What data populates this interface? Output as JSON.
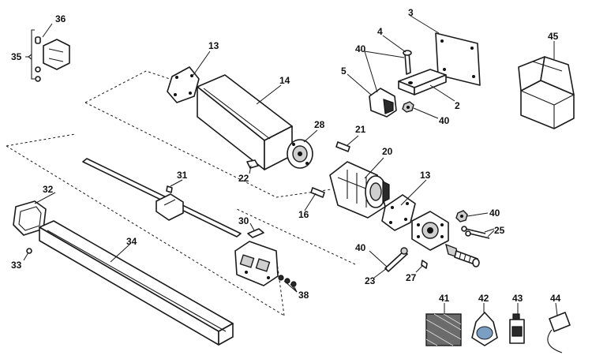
{
  "callouts": {
    "c2": "2",
    "c3": "3",
    "c4": "4",
    "c5": "5",
    "c13a": "13",
    "c13b": "13",
    "c14": "14",
    "c16": "16",
    "c20": "20",
    "c21": "21",
    "c22": "22",
    "c23": "23",
    "c25": "25",
    "c27": "27",
    "c28": "28",
    "c30": "30",
    "c31": "31",
    "c32": "32",
    "c33": "33",
    "c34": "34",
    "c35": "35",
    "c36": "36",
    "c38": "38",
    "c40a": "40",
    "c40b": "40",
    "c40c": "40",
    "c40d": "40",
    "c41": "41",
    "c42": "42",
    "c43": "43",
    "c44": "44",
    "c45": "45"
  }
}
